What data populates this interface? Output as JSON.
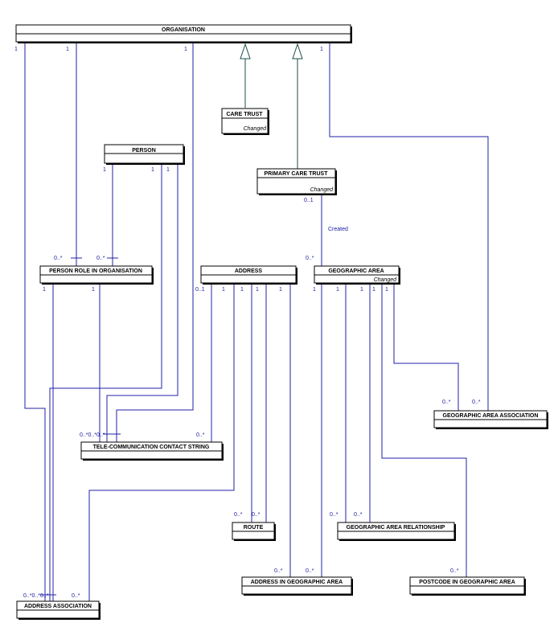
{
  "entities": {
    "organisation": "ORGANISATION",
    "care_trust": "CARE TRUST",
    "care_trust_note": "Changed",
    "person": "PERSON",
    "primary_care_trust": "PRIMARY CARE TRUST",
    "primary_care_trust_note": "Changed",
    "person_role": "PERSON ROLE IN ORGANISATION",
    "address": "ADDRESS",
    "geographic_area": "GEOGRAPHIC AREA",
    "geographic_area_note": "Changed",
    "geographic_area_association": "GEOGRAPHIC AREA ASSOCIATION",
    "telecom": "TELE-COMMUNICATION CONTACT STRING",
    "route": "ROUTE",
    "geo_area_relationship": "GEOGRAPHIC AREA RELATIONSHIP",
    "address_in_geo_area": "ADDRESS IN GEOGRAPHIC AREA",
    "postcode_in_geo_area": "POSTCODE IN GEOGRAPHIC AREA",
    "address_association": "ADDRESS ASSOCIATION"
  },
  "relationship_labels": {
    "pct_geo": "Created"
  },
  "multiplicities": {
    "org_1a": "1",
    "org_1b": "1",
    "org_1c": "1",
    "org_1d": "1",
    "person_1a": "1",
    "person_1b": "1",
    "person_1c": "1",
    "pct_0_1": "0..1",
    "role_0a": "0..*",
    "role_0b": "0..*",
    "role_1a": "1",
    "role_1b": "1",
    "addr_0_1": "0..1",
    "addr_1a": "1",
    "addr_1b": "1",
    "addr_1c": "1",
    "addr_1d": "1",
    "geo_0": "0..*",
    "geo_1a": "1",
    "geo_1b": "1",
    "geo_1c": "1",
    "geo_1d": "1",
    "geo_1e": "1",
    "gaa_0a": "0..*",
    "gaa_0b": "0..*",
    "tel_0a": "0..*0..*0..*",
    "tel_0b": "0..*",
    "route_0a": "0..*",
    "route_0b": "0..*",
    "gar_0a": "0..*",
    "gar_0b": "0..*",
    "aiga_0a": "0..*",
    "aiga_0b": "0..*",
    "pcga_0": "0..*",
    "aa_0a": "0..*0..*0..*",
    "aa_0b": "0..*"
  }
}
